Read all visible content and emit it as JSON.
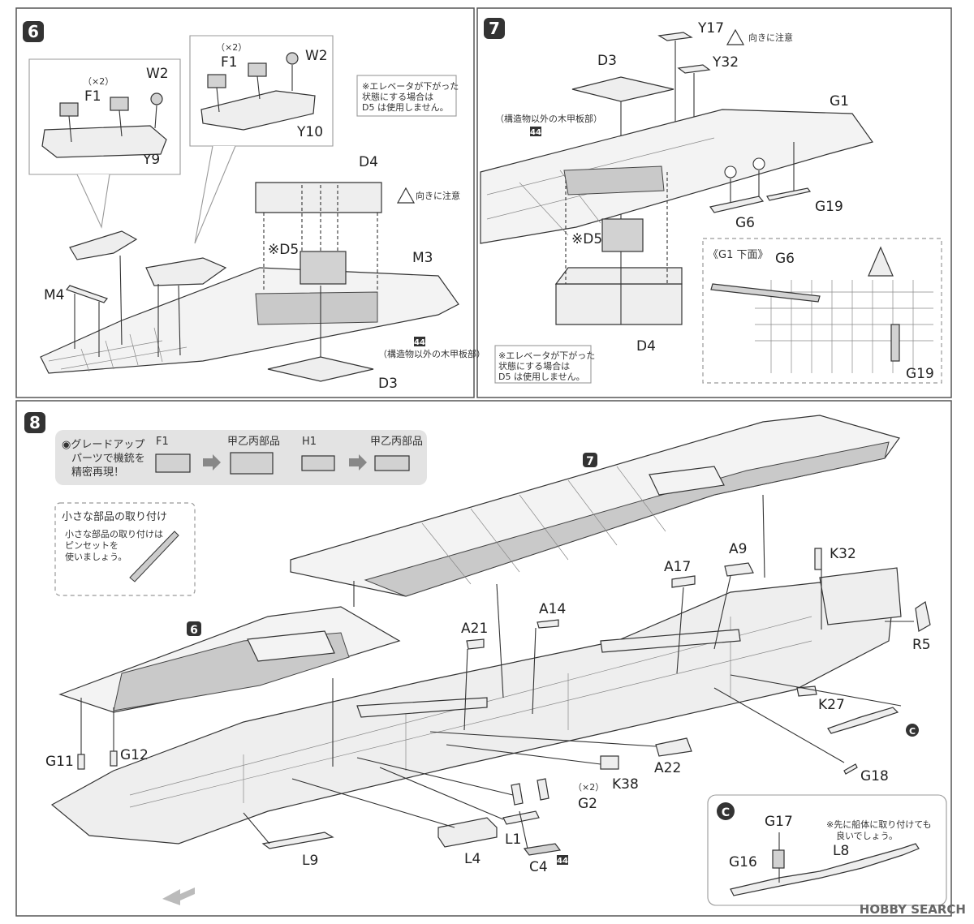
{
  "steps": {
    "s6": {
      "number": "6",
      "inset_y9": {
        "qty": "（×2）",
        "f1": "F1",
        "w2": "W2",
        "y9": "Y9"
      },
      "inset_y10": {
        "qty": "（×2）",
        "f1": "F1",
        "w2": "W2",
        "y10": "Y10"
      },
      "note": [
        "※エレベータが下がった",
        "状態にする場合は",
        "D5 は使用しません。"
      ],
      "d4": "D4",
      "caution": "向きに注意",
      "d5": "※D5",
      "m3": "M3",
      "m4": "M4",
      "badge": "44",
      "badge_caption": "（構造物以外の木甲板部）",
      "d3": "D3"
    },
    "s7": {
      "number": "7",
      "y17": "Y17",
      "caution": "向きに注意",
      "d3": "D3",
      "y32": "Y32",
      "g1": "G1",
      "badge_caption": "（構造物以外の木甲板部）",
      "badge": "44",
      "d5": "※D5",
      "g6": "G6",
      "g19": "G19",
      "d4": "D4",
      "note": [
        "※エレベータが下がった",
        "状態にする場合は",
        "D5 は使用しません。"
      ],
      "inset_title": "《G1 下面》",
      "inset_g6": "G6",
      "inset_g19": "G19"
    },
    "s8": {
      "number": "8",
      "upgrade": {
        "text": [
          "◉グレードアップ",
          "パーツで機銃を",
          "精密再現！"
        ],
        "f1": "F1",
        "f1_result": "甲乙丙部品",
        "h1": "H1",
        "h1_result": "甲乙丙部品"
      },
      "tip": {
        "title": "小さな部品の取り付け",
        "text": [
          "小さな部品の取り付けは",
          "ピンセットを",
          "使いましょう。"
        ]
      },
      "ref7": "7",
      "ref6": "6",
      "labels": {
        "k32": "K32",
        "a9": "A9",
        "a17": "A17",
        "a14": "A14",
        "a21": "A21",
        "r5": "R5",
        "k27": "K27",
        "g11": "G11",
        "g12": "G12",
        "a22": "A22",
        "k38": "K38",
        "qty": "（×2）",
        "g2": "G2",
        "g18": "G18",
        "l9": "L9",
        "l4": "L4",
        "l1": "L1",
        "c4": "C4",
        "badge": "44",
        "c_marker": "C"
      },
      "detail_c": {
        "marker": "C",
        "g17": "G17",
        "note": [
          "※先に船体に取り付けても",
          "良いでしょう。"
        ],
        "g16": "G16",
        "l8": "L8"
      }
    }
  },
  "watermark": "HOBBY SEARCH"
}
